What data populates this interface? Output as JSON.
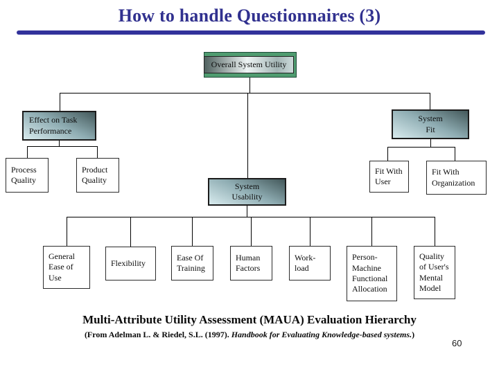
{
  "slide": {
    "title": "How to handle Questionnaires (3)",
    "footer": {
      "caption": "Multi-Attribute Utility Assessment (MAUA) Evaluation Hierarchy",
      "citation_prefix": "(From Adelman L. & Riedel, S.L. (1997).  ",
      "citation_book_title": "Handbook for Evaluating Knowledge-based systems.",
      "citation_suffix": ")",
      "page_number": "60"
    }
  },
  "colors": {
    "title_navy": "#31318f",
    "rule_navy": "#32329b",
    "accent_green": "#4f9c70",
    "box_gradient_dark": "#43585a",
    "box_gradient_light": "#d8ebee",
    "connector": "#000000"
  },
  "diagram": {
    "nodes": {
      "overall_system_utility": {
        "label": "Overall System Utility"
      },
      "effect_on_task_performance": {
        "label": [
          "Effect on Task",
          "Performance"
        ]
      },
      "system_fit": {
        "label": [
          "System",
          "Fit"
        ]
      },
      "system_usability": {
        "label": [
          "System",
          "Usability"
        ]
      },
      "process_quality": {
        "label": [
          "Process",
          "Quality"
        ]
      },
      "product_quality": {
        "label": [
          "Product",
          "Quality"
        ]
      },
      "fit_with_user": {
        "label": [
          "Fit With",
          "User"
        ]
      },
      "fit_with_organization": {
        "label": [
          "Fit With",
          "Organization"
        ]
      },
      "general_ease_of_use": {
        "label": [
          "General",
          "Ease of",
          "Use"
        ]
      },
      "flexibility": {
        "label": [
          "Flexibility"
        ]
      },
      "ease_of_training": {
        "label": [
          "Ease Of",
          "Training"
        ]
      },
      "human_factors": {
        "label": [
          "Human",
          "Factors"
        ]
      },
      "workload": {
        "label": [
          "Work-",
          "load"
        ]
      },
      "person_machine_functional_allocation": {
        "label": [
          "Person-",
          "Machine",
          "Functional",
          "Allocation"
        ]
      },
      "quality_of_users_mental_model": {
        "label": [
          "Quality",
          "of User's",
          "Mental",
          "Model"
        ]
      }
    }
  }
}
